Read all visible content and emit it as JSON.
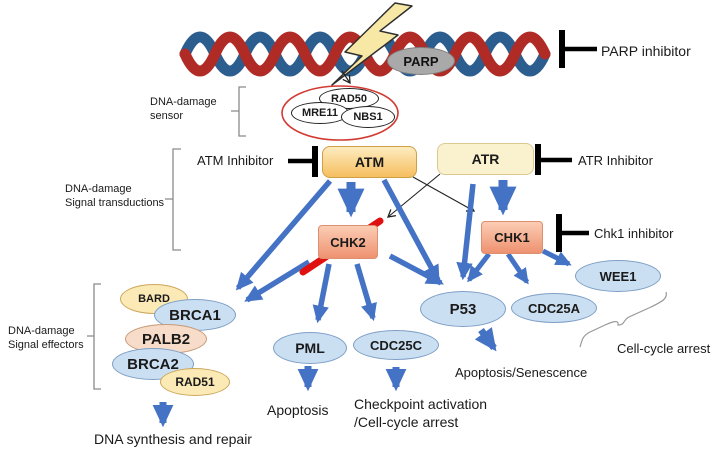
{
  "figure": {
    "sections": {
      "sensor": {
        "line1": "DNA-damage",
        "line2": "sensor"
      },
      "transduction": {
        "line1": "DNA-damage",
        "line2": "Signal transductions"
      },
      "effectors": {
        "line1": "DNA-damage",
        "line2": "Signal effectors"
      }
    },
    "inhibitors": {
      "parp": "PARP inhibitor",
      "atm": "ATM Inhibitor",
      "atr": "ATR Inhibitor",
      "chk1": "Chk1 inhibitor"
    },
    "nodes": {
      "parp": "PARP",
      "rad50": "RAD50",
      "mre11": "MRE11",
      "nbs1": "NBS1",
      "atm": "ATM",
      "atr": "ATR",
      "chk2": "CHK2",
      "chk1": "CHK1",
      "bard": "BARD",
      "brca1": "BRCA1",
      "palb2": "PALB2",
      "brca2": "BRCA2",
      "rad51": "RAD51",
      "pml": "PML",
      "cdc25c": "CDC25C",
      "p53": "P53",
      "cdc25a": "CDC25A",
      "wee1": "WEE1"
    },
    "outcomes": {
      "dna_repair": "DNA synthesis and repair",
      "apoptosis": "Apoptosis",
      "checkpoint_line1": "Checkpoint activation",
      "checkpoint_line2": "/Cell-cycle arrest",
      "apoptosis_senescence": "Apoptosis/Senescence",
      "cell_cycle_arrest": "Cell-cycle arrest"
    },
    "colors": {
      "arrow_blue": "#4472C4",
      "strike_red": "#E01010",
      "helix_blue": "#2B5D8E",
      "helix_red": "#B02B25",
      "sensor_ring_red": "#D23B33",
      "atm_fill": "#F6BE5F",
      "atr_fill": "#FAF1CE",
      "chk_fill": "#EF9272",
      "oval_blue": "#CBDFF2",
      "oval_cream": "#FBE9B6",
      "oval_peach": "#F7DCC9",
      "parp_gray": "#A9A9A9",
      "bolt_yellow": "#F8E8A6"
    }
  }
}
